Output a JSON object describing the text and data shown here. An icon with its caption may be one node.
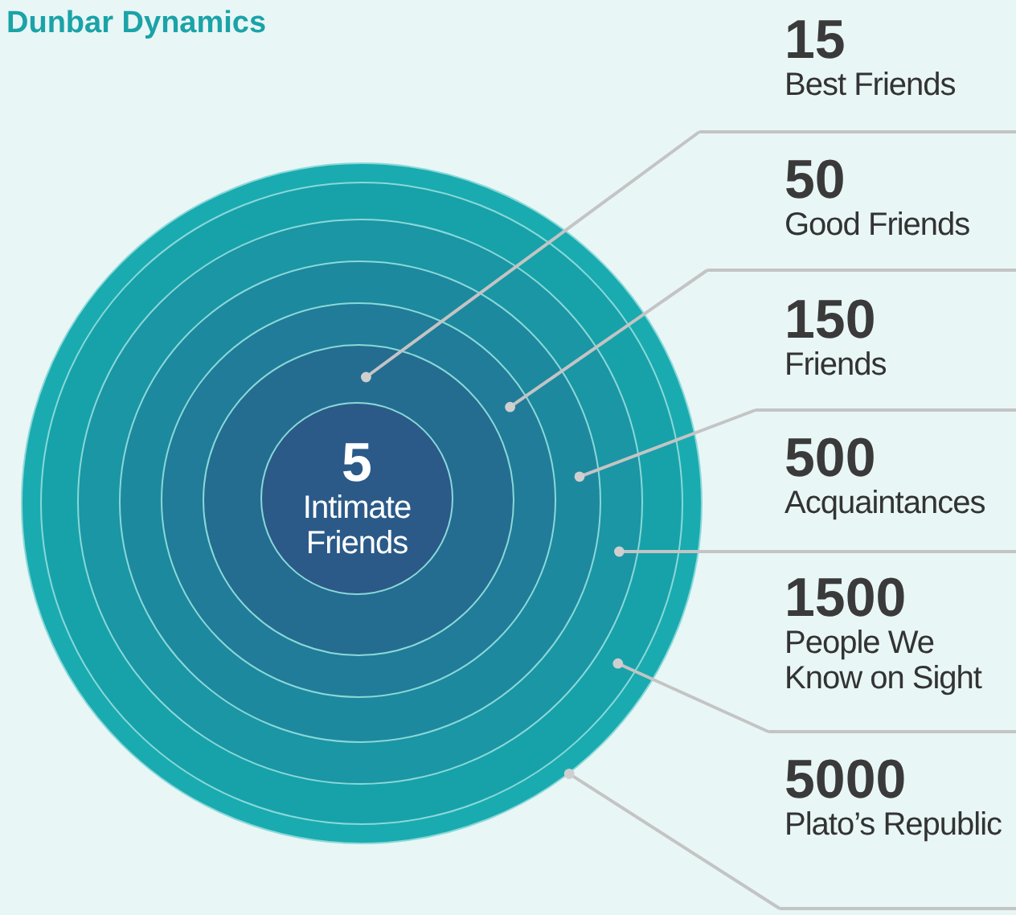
{
  "diagram": {
    "title": "Dunbar Dynamics",
    "nodes": [
      {
        "text": [],
        "shape": "circle"
      },
      {
        "text": [],
        "shape": "circle",
        "in": 0
      },
      {
        "text": [],
        "shape": "circle",
        "in": 1
      },
      {
        "text": [],
        "shape": "circle",
        "in": 2
      },
      {
        "text": [],
        "shape": "circle",
        "in": 3
      },
      {
        "text": [],
        "shape": "circle",
        "in": 4
      },
      {
        "text": [
          "5",
          "Intimate Friends"
        ],
        "in": 5
      },
      {
        "text": [
          "15",
          "Best Friends"
        ]
      },
      {
        "text": [
          "50",
          "Good Friends"
        ]
      },
      {
        "text": [
          "150",
          "Friends"
        ]
      },
      {
        "text": [
          "500",
          "Acquaintances"
        ]
      },
      {
        "text": [
          "1500",
          "People We Know on Sight"
        ]
      },
      {
        "text": [
          "5000",
          "Plato’s Republic"
        ]
      }
    ],
    "edges": [
      {
        "from": 7,
        "to": 5,
        "arrow": "other"
      },
      {
        "from": 8,
        "to": 4,
        "arrow": "other"
      },
      {
        "from": 9,
        "to": 3,
        "arrow": "other"
      },
      {
        "from": 10,
        "to": 2,
        "arrow": "other"
      },
      {
        "from": 11,
        "to": 1,
        "arrow": "other"
      },
      {
        "from": 12,
        "to": 0,
        "arrow": "other"
      }
    ]
  }
}
